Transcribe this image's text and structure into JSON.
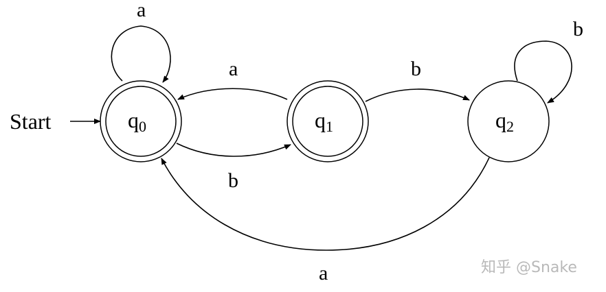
{
  "start_label": "Start",
  "states": [
    {
      "id": "q0",
      "name": "q",
      "sub": "0",
      "accepting": true,
      "start": true
    },
    {
      "id": "q1",
      "name": "q",
      "sub": "1",
      "accepting": true,
      "start": false
    },
    {
      "id": "q2",
      "name": "q",
      "sub": "2",
      "accepting": false,
      "start": false
    }
  ],
  "transitions": [
    {
      "from": "q0",
      "to": "q0",
      "symbol": "a"
    },
    {
      "from": "q1",
      "to": "q0",
      "symbol": "a"
    },
    {
      "from": "q0",
      "to": "q1",
      "symbol": "b"
    },
    {
      "from": "q1",
      "to": "q2",
      "symbol": "b"
    },
    {
      "from": "q2",
      "to": "q2",
      "symbol": "b"
    },
    {
      "from": "q2",
      "to": "q0",
      "symbol": "a"
    }
  ],
  "watermark": "知乎 @Snake"
}
